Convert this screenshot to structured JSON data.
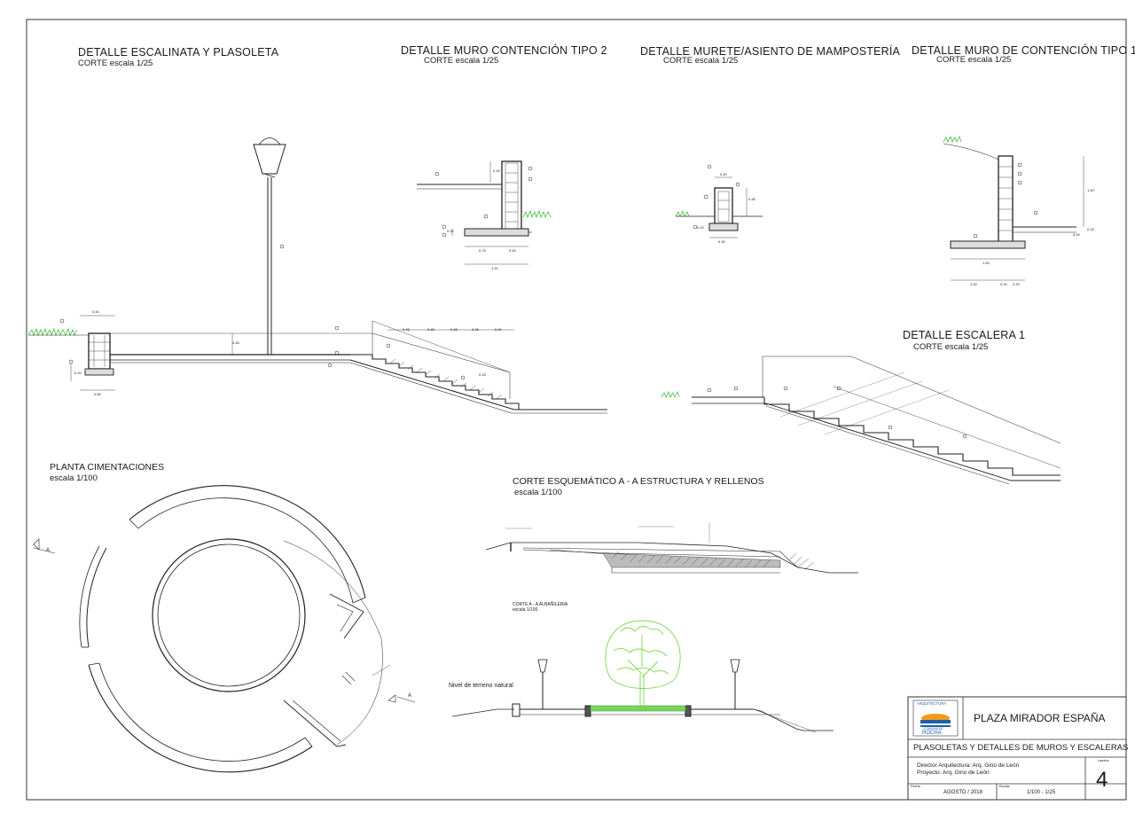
{
  "details": {
    "escalinata": {
      "title": "DETALLE ESCALINATA Y PLASOLETA",
      "subtitle": "CORTE      escala  1/25"
    },
    "muro2": {
      "title": "DETALLE MURO CONTENCIÓN TIPO 2",
      "subtitle": "CORTE      escala  1/25"
    },
    "murete": {
      "title": "DETALLE MURETE/ASIENTO DE MAMPOSTERÍA",
      "subtitle": "CORTE      escala  1/25"
    },
    "muro1": {
      "title": "DETALLE MURO DE CONTENCIÓN TIPO 1",
      "subtitle": "CORTE      escala  1/25"
    },
    "escalera": {
      "title": "DETALLE ESCALERA 1",
      "subtitle": "CORTE      escala  1/25"
    },
    "planta": {
      "title": "PLANTA CIMENTACIONES",
      "subtitle": "escala 1/100"
    },
    "corte_esq": {
      "title": "CORTE ESQUEMÁTICO A - A  ESTRUCTURA Y RELLENOS",
      "subtitle": "escala 1/100"
    },
    "corte_alb": {
      "title": "CORTE  A - A  ALBAÑILERIA",
      "subtitle": "escala 1/100"
    }
  },
  "labels": {
    "nivel_terreno": "Nivel de terreno natural",
    "cut_mark_left": "A",
    "cut_mark_right": "A"
  },
  "dimensions": {
    "escalinata": [
      "0.40",
      "0.45",
      "0.20",
      "0.60",
      "0.45",
      "0.45",
      "0.45",
      "0.45",
      "0.40",
      "0.15"
    ],
    "muro2": [
      "1.20",
      "0.75",
      "0.40",
      "0.20",
      "0.15"
    ],
    "murete": [
      "0.40",
      "0.30",
      "0.20",
      "0.45"
    ],
    "muro1": [
      "1.53",
      "1.00",
      "0.20",
      "0.20",
      "1.40",
      "0.15",
      "0.15"
    ]
  },
  "title_block": {
    "logo_top": "ARQUITECTURA",
    "logo_bottom": "ROCHA",
    "logo_sub": "COMUNA DE",
    "project": "PLAZA MIRADOR ESPAÑA",
    "sheet_title": "PLASOLETAS Y DETALLES DE MUROS Y ESCALERAS",
    "director": "Director Arquitectura: Arq. Gino de León",
    "proyecto": "Proyecto: Arq. Gino de León",
    "lamina_label": "Lamina",
    "lamina": "4",
    "fecha_label": "Fecha",
    "fecha": "AGOSTO / 2018",
    "escala_label": "Escala",
    "escala": "1/100 - 1/25"
  },
  "colors": {
    "line": "#222222",
    "grass": "#3fbf3f",
    "tree": "#7ad94a",
    "logo_blue": "#1f5fa8",
    "logo_orange": "#f29a1f"
  }
}
